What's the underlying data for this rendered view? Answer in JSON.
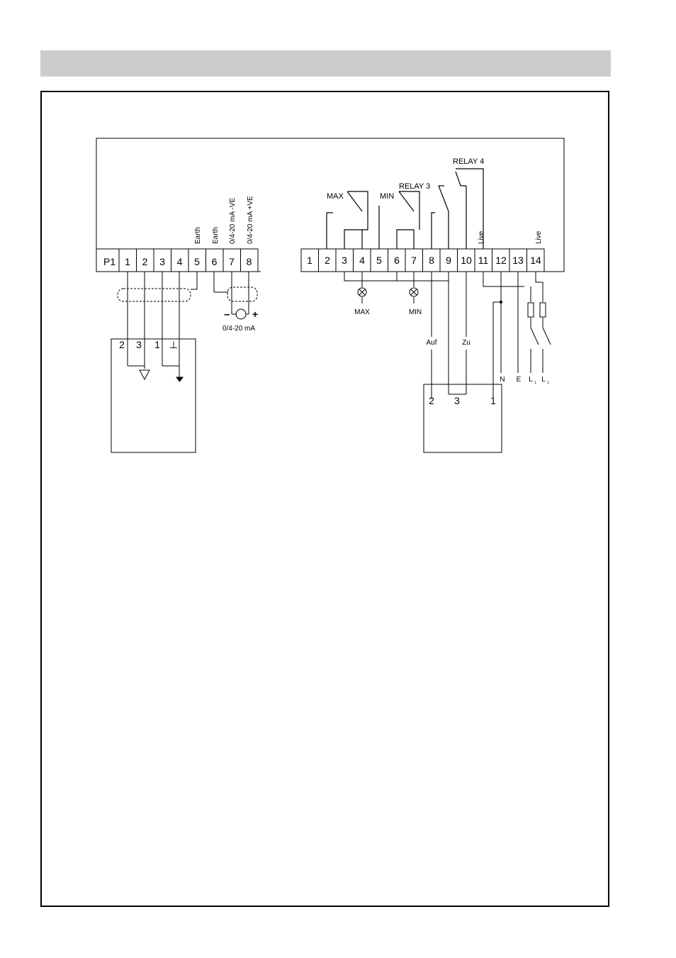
{
  "colors": {
    "header_bar": "#cccccc",
    "line": "#000000",
    "shield": "#000000"
  },
  "left_block": {
    "label": "P1",
    "terminals": [
      "1",
      "2",
      "3",
      "4",
      "5",
      "6",
      "7",
      "8"
    ],
    "vertical_labels": {
      "t5": "Earth",
      "t6": "Earth",
      "t7": "0/4-20 mA -VE",
      "t8": "0/4-20 mA +VE"
    }
  },
  "right_block": {
    "terminals": [
      "1",
      "2",
      "3",
      "4",
      "5",
      "6",
      "7",
      "8",
      "9",
      "10",
      "11",
      "12",
      "13",
      "14"
    ],
    "vertical_labels": {
      "t11": "Live",
      "t14": "Live"
    }
  },
  "relay_labels": {
    "max": "MAX",
    "min": "MIN",
    "relay3": "RELAY 3",
    "relay4": "RELAY 4"
  },
  "lamp_labels": {
    "max": "MAX",
    "min": "MIN"
  },
  "current_meter": {
    "minus": "–",
    "plus": "+",
    "label": "0/4-20 mA"
  },
  "sensor_box": {
    "pins": [
      "2",
      "3",
      "1",
      "⊥"
    ]
  },
  "actuator": {
    "wire_auf": "Auf",
    "wire_zu": "Zu",
    "pins": [
      "2",
      "3",
      "1"
    ]
  },
  "supply": {
    "n": "N",
    "e": "E",
    "l1": "L",
    "l2": "L",
    "sub": "1"
  }
}
